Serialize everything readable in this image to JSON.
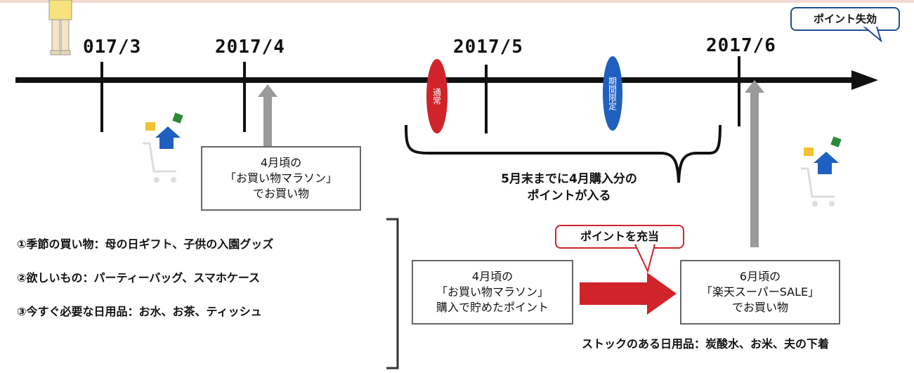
{
  "timeline": {
    "labels": [
      "017/3",
      "2017/4",
      "2017/5",
      "2017/6"
    ]
  },
  "markers": {
    "red_label": "通常",
    "blue_label": "期間限定"
  },
  "callouts": {
    "point_expire": "ポイント失効",
    "point_apply": "ポイントを充当"
  },
  "boxes": {
    "april_shopping": [
      "4月頃の",
      "「お買い物マラソン」",
      "でお買い物"
    ],
    "april_points": [
      "4月頃の",
      "「お買い物マラソン」",
      "購入で貯めたポイント"
    ],
    "june_shopping": [
      "6月頃の",
      "「楽天スーパーSALE」",
      "でお買い物"
    ]
  },
  "points_note": [
    "5月末までに4月購入分の",
    "ポイントが入る"
  ],
  "purchase_list": [
    "①季節の買い物：母の日ギフト、子供の入園グッズ",
    "②欲しいもの：パーティーバッグ、スマホケース",
    "③今すぐ必要な日用品：お水、お茶、ティッシュ"
  ],
  "stock_note": "ストックのある日用品：炭酸水、お米、夫の下着",
  "colors": {
    "timeline": "#111111",
    "arrow_gray": "#9a9a9a",
    "red_marker": "#d1232a",
    "blue_marker": "#1f5fbf",
    "callout_blue": "#1f4e97",
    "red_arrow": "#d1232a"
  }
}
